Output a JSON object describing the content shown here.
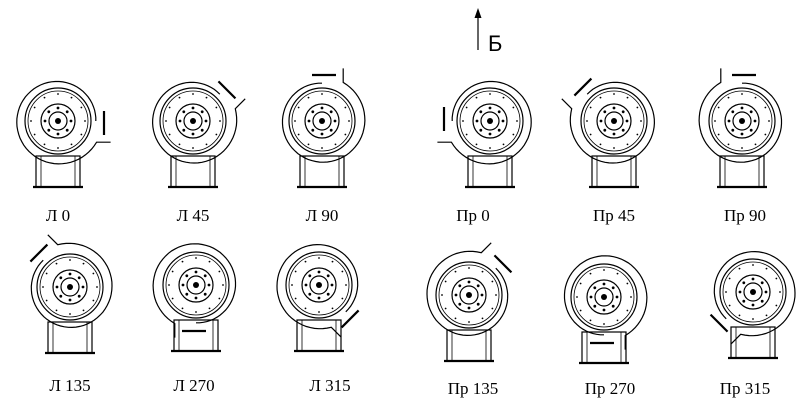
{
  "view_arrow": {
    "label": "Б"
  },
  "variants": [
    {
      "label": "Л 0",
      "hand": "L",
      "angle": 0
    },
    {
      "label": "Л 45",
      "hand": "L",
      "angle": 45
    },
    {
      "label": "Л 90",
      "hand": "L",
      "angle": 90
    },
    {
      "label": "Пр 0",
      "hand": "R",
      "angle": 0
    },
    {
      "label": "Пр 45",
      "hand": "R",
      "angle": 45
    },
    {
      "label": "Пр 90",
      "hand": "R",
      "angle": 90
    },
    {
      "label": "Л 135",
      "hand": "L",
      "angle": 135
    },
    {
      "label": "Л 270",
      "hand": "L",
      "angle": 270
    },
    {
      "label": "Л 315",
      "hand": "L",
      "angle": 315
    },
    {
      "label": "Пр 135",
      "hand": "R",
      "angle": 135
    },
    {
      "label": "Пр 270",
      "hand": "R",
      "angle": 270
    },
    {
      "label": "Пр 315",
      "hand": "R",
      "angle": 315
    }
  ]
}
